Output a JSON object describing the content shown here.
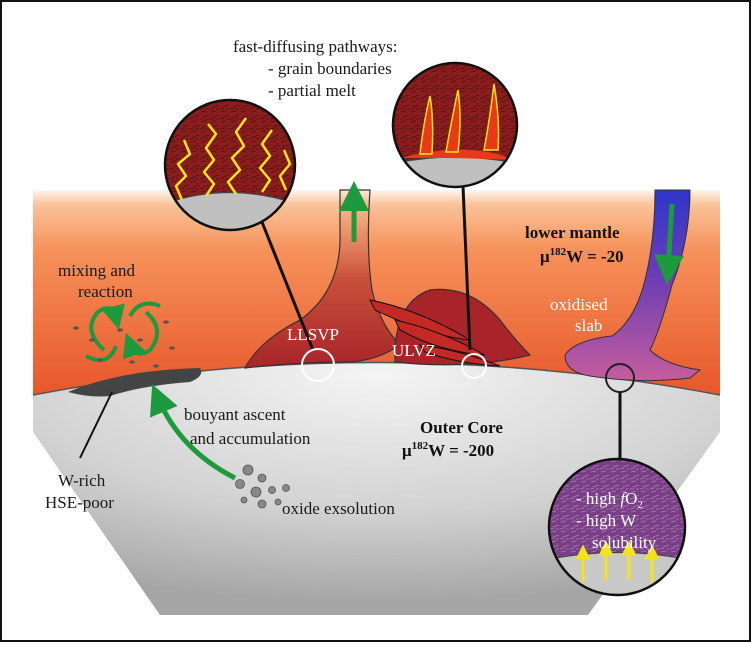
{
  "labels": {
    "fast_diffusing_title": "fast-diffusing pathways:",
    "fast_diffusing_item1": "- grain boundaries",
    "fast_diffusing_item2": "- partial melt",
    "mixing_line1": "mixing and",
    "mixing_line2": "reaction",
    "lower_mantle": "lower mantle",
    "lower_mantle_mu_prefix": "μ",
    "lower_mantle_mu_sup": "182",
    "lower_mantle_mu_suffix": "W = -20",
    "oxidised_line1": "oxidised",
    "oxidised_line2": "slab",
    "llsvp": "LLSVP",
    "ulvz": "ULVZ",
    "buoyant_line1": "bouyant ascent",
    "buoyant_line2": "and accumulation",
    "outer_core": "Outer Core",
    "outer_core_mu_prefix": "μ",
    "outer_core_mu_sup": "182",
    "outer_core_mu_suffix": "W = -200",
    "w_rich": "W-rich",
    "hse_poor": "HSE-poor",
    "oxide_exsolution": "oxide exsolution",
    "inset_line1_prefix": "- high ",
    "inset_line1_f": "f",
    "inset_line1_o": "O",
    "inset_line1_sub": "2",
    "inset_line2": "- high W",
    "inset_line3": "solubility"
  },
  "colors": {
    "mantle_top": "#fff3e8",
    "mantle_mid": "#f48a4c",
    "mantle_bottom": "#e0451c",
    "core_light": "#f2f2f2",
    "core_dark": "#a9a9a9",
    "llsvp": "#a8242a",
    "ulvz_lens": "#c42a25",
    "slab_top": "#3b37c9",
    "slab_bottom": "#c35aa0",
    "arrow_green": "#1c9a3d",
    "grain_yellow": "#f2e41a",
    "inset_rock_red": "#8a1e1e",
    "inset_rock_purple": "#7a3e86",
    "border": "#111111"
  }
}
